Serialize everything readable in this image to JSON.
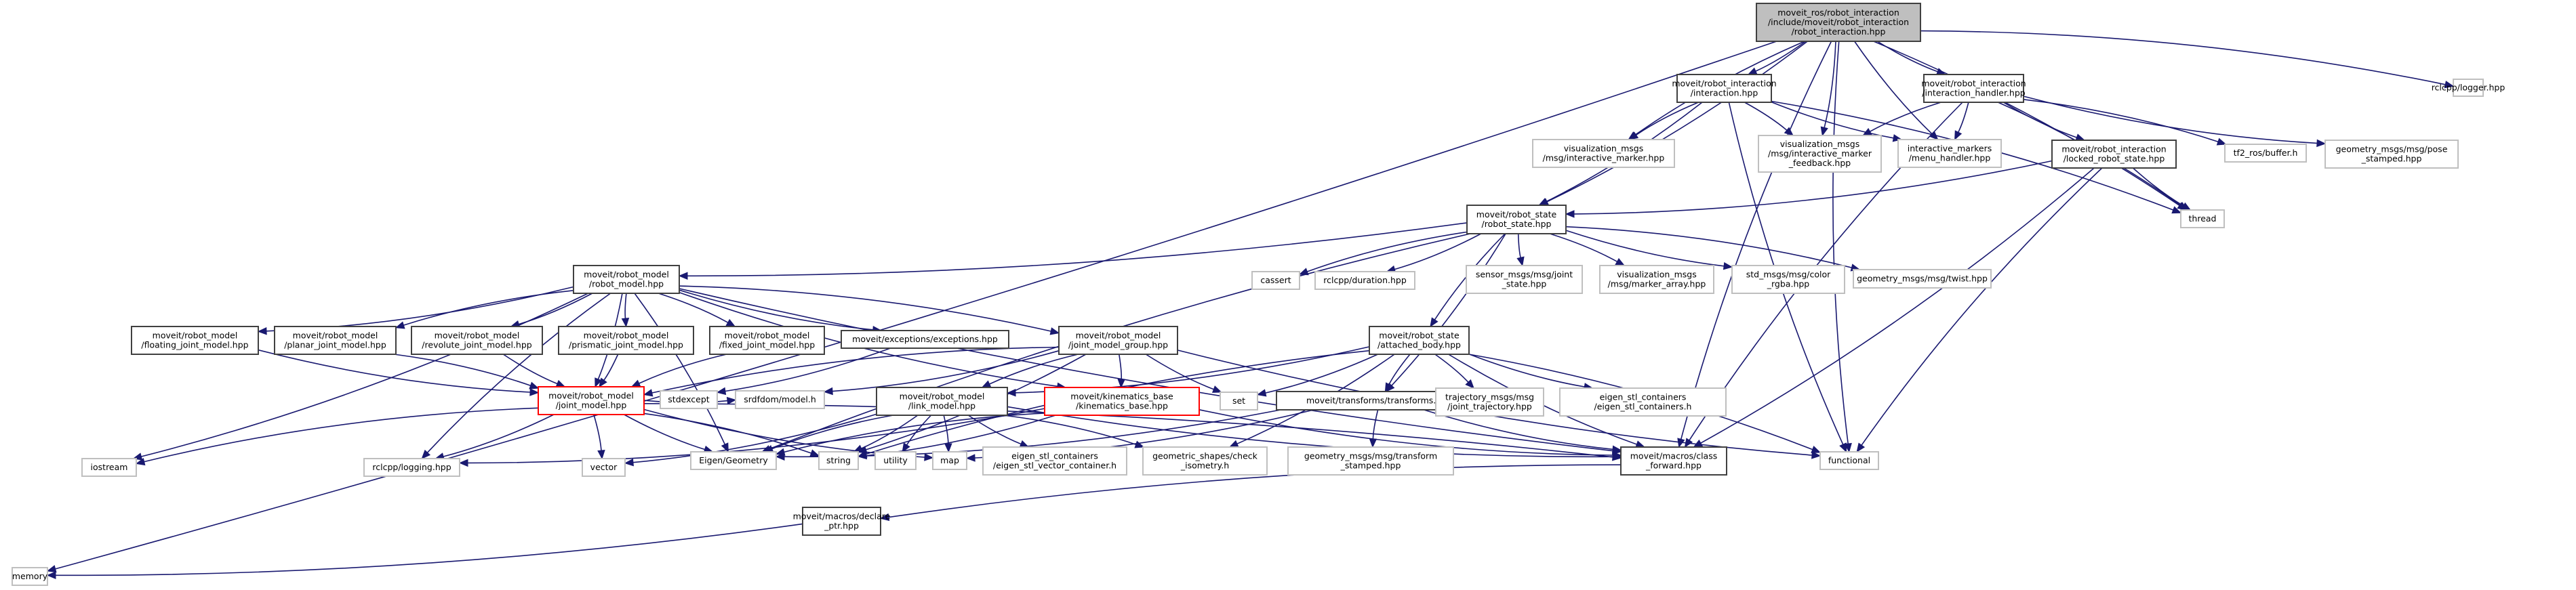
{
  "title": "moveit_ros/robot_interaction/include/moveit/robot_interaction/robot_interaction.hpp include dependency graph",
  "colors": {
    "edge": "#191970",
    "documented_border": "#404040",
    "external_border": "#bfbfbf",
    "highlight_border": "#ff0000",
    "root_fill": "#bfbfbf"
  },
  "nodes": [
    {
      "id": "root",
      "kind": "root",
      "lines": [
        "moveit_ros/robot_interaction",
        "/include/moveit/robot_interaction",
        "/robot_interaction.hpp"
      ]
    },
    {
      "id": "interaction",
      "kind": "doc",
      "lines": [
        "moveit/robot_interaction",
        "/interaction.hpp"
      ]
    },
    {
      "id": "interaction_handler",
      "kind": "doc",
      "lines": [
        "moveit/robot_interaction",
        "/interaction_handler.hpp"
      ]
    },
    {
      "id": "rclcpp_logger",
      "kind": "ext",
      "lines": [
        "rclcpp/logger.hpp"
      ]
    },
    {
      "id": "vis_interactive_marker",
      "kind": "ext",
      "lines": [
        "visualization_msgs",
        "/msg/interactive_marker.hpp"
      ]
    },
    {
      "id": "vis_interactive_marker_feedback",
      "kind": "ext",
      "lines": [
        "visualization_msgs",
        "/msg/interactive_marker",
        "_feedback.hpp"
      ]
    },
    {
      "id": "menu_handler",
      "kind": "ext",
      "lines": [
        "interactive_markers",
        "/menu_handler.hpp"
      ]
    },
    {
      "id": "locked_robot_state",
      "kind": "doc",
      "lines": [
        "moveit/robot_interaction",
        "/locked_robot_state.hpp"
      ]
    },
    {
      "id": "tf2_buffer",
      "kind": "ext",
      "lines": [
        "tf2_ros/buffer.h"
      ]
    },
    {
      "id": "pose_stamped",
      "kind": "ext",
      "lines": [
        "geometry_msgs/msg/pose",
        "_stamped.hpp"
      ]
    },
    {
      "id": "thread",
      "kind": "ext",
      "lines": [
        "thread"
      ]
    },
    {
      "id": "robot_state",
      "kind": "doc",
      "lines": [
        "moveit/robot_state",
        "/robot_state.hpp"
      ]
    },
    {
      "id": "robot_model",
      "kind": "doc",
      "lines": [
        "moveit/robot_model",
        "/robot_model.hpp"
      ]
    },
    {
      "id": "cassert",
      "kind": "ext",
      "lines": [
        "cassert"
      ]
    },
    {
      "id": "rclcpp_duration",
      "kind": "ext",
      "lines": [
        "rclcpp/duration.hpp"
      ]
    },
    {
      "id": "joint_state",
      "kind": "ext",
      "lines": [
        "sensor_msgs/msg/joint",
        "_state.hpp"
      ]
    },
    {
      "id": "marker_array",
      "kind": "ext",
      "lines": [
        "visualization_msgs",
        "/msg/marker_array.hpp"
      ]
    },
    {
      "id": "color_rgba",
      "kind": "ext",
      "lines": [
        "std_msgs/msg/color",
        "_rgba.hpp"
      ]
    },
    {
      "id": "twist",
      "kind": "ext",
      "lines": [
        "geometry_msgs/msg/twist.hpp"
      ]
    },
    {
      "id": "floating_joint",
      "kind": "doc",
      "lines": [
        "moveit/robot_model",
        "/floating_joint_model.hpp"
      ]
    },
    {
      "id": "planar_joint",
      "kind": "doc",
      "lines": [
        "moveit/robot_model",
        "/planar_joint_model.hpp"
      ]
    },
    {
      "id": "revolute_joint",
      "kind": "doc",
      "lines": [
        "moveit/robot_model",
        "/revolute_joint_model.hpp"
      ]
    },
    {
      "id": "prismatic_joint",
      "kind": "doc",
      "lines": [
        "moveit/robot_model",
        "/prismatic_joint_model.hpp"
      ]
    },
    {
      "id": "fixed_joint",
      "kind": "doc",
      "lines": [
        "moveit/robot_model",
        "/fixed_joint_model.hpp"
      ]
    },
    {
      "id": "exceptions",
      "kind": "doc",
      "lines": [
        "moveit/exceptions/exceptions.hpp"
      ]
    },
    {
      "id": "joint_model_group",
      "kind": "doc",
      "lines": [
        "moveit/robot_model",
        "/joint_model_group.hpp"
      ]
    },
    {
      "id": "attached_body",
      "kind": "doc",
      "lines": [
        "moveit/robot_state",
        "/attached_body.hpp"
      ]
    },
    {
      "id": "joint_model",
      "kind": "red",
      "lines": [
        "moveit/robot_model",
        "/joint_model.hpp"
      ]
    },
    {
      "id": "stdexcept",
      "kind": "ext",
      "lines": [
        "stdexcept"
      ]
    },
    {
      "id": "srdfdom_model",
      "kind": "ext",
      "lines": [
        "srdfdom/model.h"
      ]
    },
    {
      "id": "link_model",
      "kind": "doc",
      "lines": [
        "moveit/robot_model",
        "/link_model.hpp"
      ]
    },
    {
      "id": "kinematics_base",
      "kind": "red",
      "lines": [
        "moveit/kinematics_base",
        "/kinematics_base.hpp"
      ]
    },
    {
      "id": "set",
      "kind": "ext",
      "lines": [
        "set"
      ]
    },
    {
      "id": "transforms",
      "kind": "doc",
      "lines": [
        "moveit/transforms/transforms.hpp"
      ]
    },
    {
      "id": "joint_trajectory",
      "kind": "ext",
      "lines": [
        "trajectory_msgs/msg",
        "/joint_trajectory.hpp"
      ]
    },
    {
      "id": "eigen_stl_containers",
      "kind": "ext",
      "lines": [
        "eigen_stl_containers",
        "/eigen_stl_containers.h"
      ]
    },
    {
      "id": "iostream",
      "kind": "ext",
      "lines": [
        "iostream"
      ]
    },
    {
      "id": "rclcpp_logging",
      "kind": "ext",
      "lines": [
        "rclcpp/logging.hpp"
      ]
    },
    {
      "id": "vector",
      "kind": "ext",
      "lines": [
        "vector"
      ]
    },
    {
      "id": "eigen_geometry",
      "kind": "ext",
      "lines": [
        "Eigen/Geometry"
      ]
    },
    {
      "id": "string",
      "kind": "ext",
      "lines": [
        "string"
      ]
    },
    {
      "id": "utility",
      "kind": "ext",
      "lines": [
        "utility"
      ]
    },
    {
      "id": "map",
      "kind": "ext",
      "lines": [
        "map"
      ]
    },
    {
      "id": "eigen_stl_vector",
      "kind": "ext",
      "lines": [
        "eigen_stl_containers",
        "/eigen_stl_vector_container.h"
      ]
    },
    {
      "id": "check_isometry",
      "kind": "ext",
      "lines": [
        "geometric_shapes/check",
        "_isometry.h"
      ]
    },
    {
      "id": "transform_stamped",
      "kind": "ext",
      "lines": [
        "geometry_msgs/msg/transform",
        "_stamped.hpp"
      ]
    },
    {
      "id": "class_forward",
      "kind": "doc",
      "lines": [
        "moveit/macros/class",
        "_forward.hpp"
      ]
    },
    {
      "id": "functional",
      "kind": "ext",
      "lines": [
        "functional"
      ]
    },
    {
      "id": "declare_ptr",
      "kind": "doc",
      "lines": [
        "moveit/macros/declare",
        "_ptr.hpp"
      ]
    },
    {
      "id": "memory",
      "kind": "ext",
      "lines": [
        "memory"
      ]
    }
  ],
  "edges": [
    [
      "root",
      "interaction"
    ],
    [
      "root",
      "interaction_handler"
    ],
    [
      "root",
      "rclcpp_logger"
    ],
    [
      "root",
      "vis_interactive_marker"
    ],
    [
      "root",
      "vis_interactive_marker_feedback"
    ],
    [
      "root",
      "menu_handler"
    ],
    [
      "root",
      "robot_state"
    ],
    [
      "root",
      "class_forward"
    ],
    [
      "root",
      "thread"
    ],
    [
      "root",
      "functional"
    ],
    [
      "root",
      "memory"
    ],
    [
      "interaction",
      "vis_interactive_marker"
    ],
    [
      "interaction",
      "vis_interactive_marker_feedback"
    ],
    [
      "interaction",
      "menu_handler"
    ],
    [
      "interaction",
      "robot_state"
    ],
    [
      "interaction",
      "functional"
    ],
    [
      "interaction",
      "thread"
    ],
    [
      "interaction_handler",
      "vis_interactive_marker_feedback"
    ],
    [
      "interaction_handler",
      "menu_handler"
    ],
    [
      "interaction_handler",
      "locked_robot_state"
    ],
    [
      "interaction_handler",
      "tf2_buffer"
    ],
    [
      "interaction_handler",
      "pose_stamped"
    ],
    [
      "interaction_handler",
      "thread"
    ],
    [
      "interaction_handler",
      "class_forward"
    ],
    [
      "locked_robot_state",
      "robot_state"
    ],
    [
      "locked_robot_state",
      "thread"
    ],
    [
      "locked_robot_state",
      "class_forward"
    ],
    [
      "locked_robot_state",
      "functional"
    ],
    [
      "robot_state",
      "robot_model"
    ],
    [
      "robot_state",
      "cassert"
    ],
    [
      "robot_state",
      "rclcpp_duration"
    ],
    [
      "robot_state",
      "joint_state"
    ],
    [
      "robot_state",
      "marker_array"
    ],
    [
      "robot_state",
      "color_rgba"
    ],
    [
      "robot_state",
      "twist"
    ],
    [
      "robot_state",
      "attached_body"
    ],
    [
      "robot_state",
      "transforms"
    ],
    [
      "robot_state",
      "eigen_geometry"
    ],
    [
      "robot_model",
      "floating_joint"
    ],
    [
      "robot_model",
      "planar_joint"
    ],
    [
      "robot_model",
      "revolute_joint"
    ],
    [
      "robot_model",
      "prismatic_joint"
    ],
    [
      "robot_model",
      "fixed_joint"
    ],
    [
      "robot_model",
      "exceptions"
    ],
    [
      "robot_model",
      "joint_model_group"
    ],
    [
      "robot_model",
      "class_forward"
    ],
    [
      "robot_model",
      "iostream"
    ],
    [
      "robot_model",
      "rclcpp_logging"
    ],
    [
      "robot_model",
      "eigen_geometry"
    ],
    [
      "robot_model",
      "kinematics_base"
    ],
    [
      "robot_model",
      "joint_model"
    ],
    [
      "floating_joint",
      "joint_model"
    ],
    [
      "planar_joint",
      "joint_model"
    ],
    [
      "revolute_joint",
      "joint_model"
    ],
    [
      "prismatic_joint",
      "joint_model"
    ],
    [
      "fixed_joint",
      "joint_model"
    ],
    [
      "exceptions",
      "stdexcept"
    ],
    [
      "joint_model_group",
      "joint_model"
    ],
    [
      "joint_model_group",
      "srdfdom_model"
    ],
    [
      "joint_model_group",
      "link_model"
    ],
    [
      "joint_model_group",
      "kinematics_base"
    ],
    [
      "joint_model_group",
      "set"
    ],
    [
      "joint_model_group",
      "string"
    ],
    [
      "joint_model_group",
      "functional"
    ],
    [
      "attached_body",
      "link_model"
    ],
    [
      "attached_body",
      "transforms"
    ],
    [
      "attached_body",
      "joint_trajectory"
    ],
    [
      "attached_body",
      "eigen_stl_containers"
    ],
    [
      "attached_body",
      "set"
    ],
    [
      "attached_body",
      "string"
    ],
    [
      "attached_body",
      "functional"
    ],
    [
      "attached_body",
      "class_forward"
    ],
    [
      "attached_body",
      "check_isometry"
    ],
    [
      "joint_model",
      "iostream"
    ],
    [
      "joint_model",
      "vector"
    ],
    [
      "joint_model",
      "eigen_geometry"
    ],
    [
      "joint_model",
      "string"
    ],
    [
      "joint_model",
      "map"
    ],
    [
      "joint_model",
      "class_forward"
    ],
    [
      "joint_model",
      "srdfdom_model"
    ],
    [
      "joint_model",
      "rclcpp_logging"
    ],
    [
      "link_model",
      "eigen_geometry"
    ],
    [
      "link_model",
      "string"
    ],
    [
      "link_model",
      "utility"
    ],
    [
      "link_model",
      "map"
    ],
    [
      "link_model",
      "eigen_stl_vector"
    ],
    [
      "link_model",
      "check_isometry"
    ],
    [
      "link_model",
      "class_forward"
    ],
    [
      "link_model",
      "vector"
    ],
    [
      "kinematics_base",
      "eigen_geometry"
    ],
    [
      "kinematics_base",
      "string"
    ],
    [
      "kinematics_base",
      "class_forward"
    ],
    [
      "kinematics_base",
      "rclcpp_logging"
    ],
    [
      "transforms",
      "transform_stamped"
    ],
    [
      "transforms",
      "map"
    ],
    [
      "transforms",
      "class_forward"
    ],
    [
      "transforms",
      "eigen_geometry"
    ],
    [
      "class_forward",
      "declare_ptr"
    ],
    [
      "declare_ptr",
      "memory"
    ]
  ]
}
